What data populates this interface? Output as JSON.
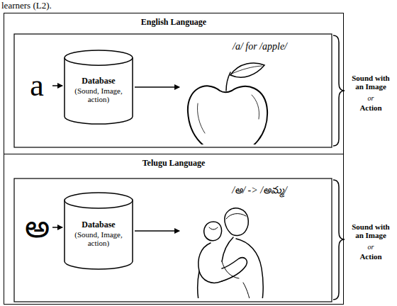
{
  "diagram": {
    "nodes": [
      {
        "text": [
          "English Language"
        ]
      },
      {
        "text": [
          "a"
        ],
        "in": 0
      },
      {
        "text": [
          "Database",
          "(Sound, Image, action)"
        ],
        "in": 0
      },
      {
        "text": [
          "/a/ for /apple/"
        ],
        "in": 0
      },
      {
        "text": [
          "Telugu Language"
        ]
      },
      {
        "text": [
          "అ"
        ],
        "in": 4
      },
      {
        "text": [
          "Database",
          "(Sound, Image, action)"
        ],
        "in": 4
      },
      {
        "text": [
          "/అ/ -> /అమ్మ/"
        ],
        "in": 4
      }
    ],
    "edges": [
      {
        "from": 1,
        "to": 2,
        "arrow": "to"
      },
      {
        "from": 2,
        "to": 3,
        "arrow": "to"
      },
      {
        "from": 5,
        "to": 6,
        "arrow": "to"
      },
      {
        "from": 6,
        "to": 7,
        "arrow": "to"
      }
    ],
    "labels": [
      "learners (L2).",
      "Sound with an Image",
      "or",
      "Action",
      "Sound with an Image",
      "or",
      "Action"
    ]
  }
}
